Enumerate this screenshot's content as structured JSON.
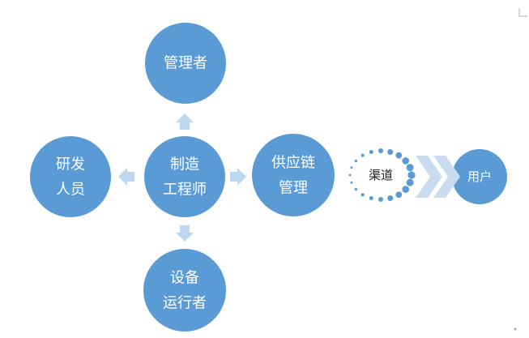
{
  "colors": {
    "node_fill": "#5b9bd5",
    "arrow_fill": "#bdd7ee",
    "chevron_fill": "#c9dcef",
    "dot_fill": "#5b9bd5",
    "label_text": "#ffffff",
    "channel_text": "#1f1f1f"
  },
  "nodes": {
    "manager": {
      "line1": "管理者",
      "line2": ""
    },
    "rnd": {
      "line1": "研发",
      "line2": "人员"
    },
    "mfg": {
      "line1": "制造",
      "line2": "工程师"
    },
    "supply": {
      "line1": "供应链",
      "line2": "管理"
    },
    "ops": {
      "line1": "设备",
      "line2": "运行者"
    },
    "user": {
      "line1": "用户",
      "line2": ""
    }
  },
  "channel": {
    "label": "渠道"
  }
}
